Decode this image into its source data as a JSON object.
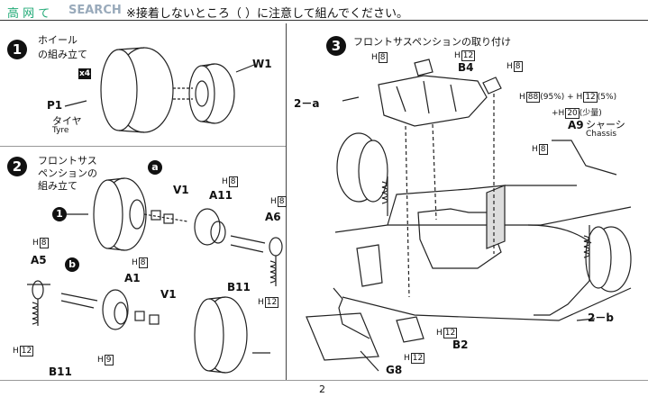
{
  "header": {
    "left_fragment": "高 网 て",
    "watermark": "SEARCH",
    "caution": "※接着しないところ（ ）に注意して組んでください。"
  },
  "steps": {
    "step1": {
      "number": "1",
      "title_line1": "ホイール",
      "title_line2": "の組み立て",
      "count": "x4",
      "parts": {
        "p1": "P1",
        "w1": "W1"
      },
      "tyre_jp": "タイヤ",
      "tyre_en": "Tyre"
    },
    "step2": {
      "number": "2",
      "title_line1": "フロントサス",
      "title_line2": "ペンションの",
      "title_line3": "組み立て",
      "sub_a": "a",
      "sub_b": "b",
      "wheel_ref": "1",
      "parts": {
        "v1a": "V1",
        "a11": "A11",
        "a6": "A6",
        "b11a": "B11",
        "a5": "A5",
        "a1": "A1",
        "v1b": "V1",
        "b11b": "B11"
      },
      "paints": {
        "h8_a11": "8",
        "h8_a6": "8",
        "h12_b11": "12",
        "h8_a5": "8",
        "h12_a5": "12",
        "h8_a1": "8",
        "h9": "9"
      }
    },
    "step3": {
      "number": "3",
      "title": "フロントサスペンションの取り付け",
      "ref_a": "2－a",
      "ref_b": "2－b",
      "parts": {
        "b4": "B4",
        "a9": "A9",
        "b2": "B2",
        "g8": "G8"
      },
      "chassis_jp": "シャーシ",
      "chassis_en": "Chassis",
      "mix": {
        "h88": "88",
        "pct95": "(95%)",
        "h12": "12",
        "pct5": "(5%)",
        "h20": "20",
        "shoryo": "(少量)"
      },
      "paints": {
        "h8_left": "8",
        "h12_b4": "12",
        "h8_right": "8",
        "h8_mid": "8",
        "h12_b2": "12",
        "h12_g8": "12"
      }
    }
  },
  "paint_prefix": "H",
  "page_number": "2"
}
